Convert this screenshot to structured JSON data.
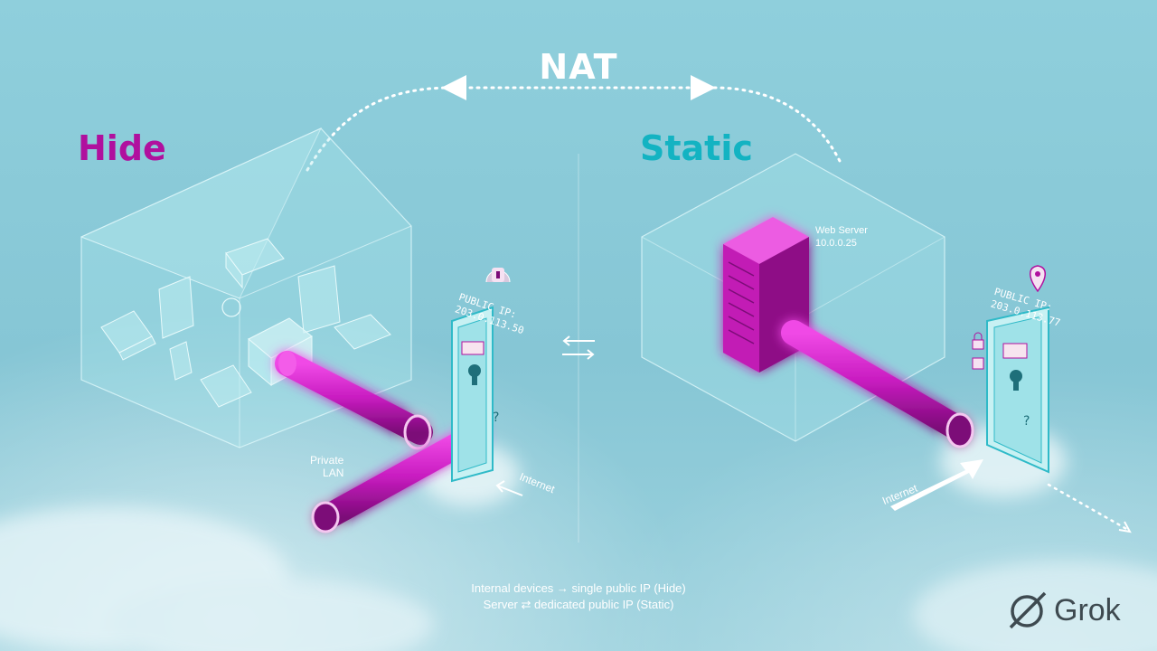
{
  "title": "NAT",
  "hide": {
    "label": "Hide",
    "lan_label_line1": "Private",
    "lan_label_line2": "LAN",
    "public_ip_label": "PUBLIC IP:",
    "public_ip_value": "203.0.113.50",
    "internet_label": "Internet",
    "accent_color": "#b0109e"
  },
  "static": {
    "label": "Static",
    "server_name": "Web Server",
    "server_ip": "10.0.0.25",
    "public_ip_label": "PUBLIC IP:",
    "public_ip_value": "203.0.113.77",
    "internet_label": "Internet",
    "accent_color": "#13b3c2"
  },
  "caption": {
    "line1": "Internal devices → single public IP (Hide)",
    "line2": "Server ⇄ dedicated public IP (Static)"
  },
  "brand": {
    "name": "Grok",
    "icon": "grok-logo-icon"
  },
  "colors": {
    "pipe": "#c81cc0",
    "server": "#c21bb5",
    "background": "#8fcfdc"
  }
}
